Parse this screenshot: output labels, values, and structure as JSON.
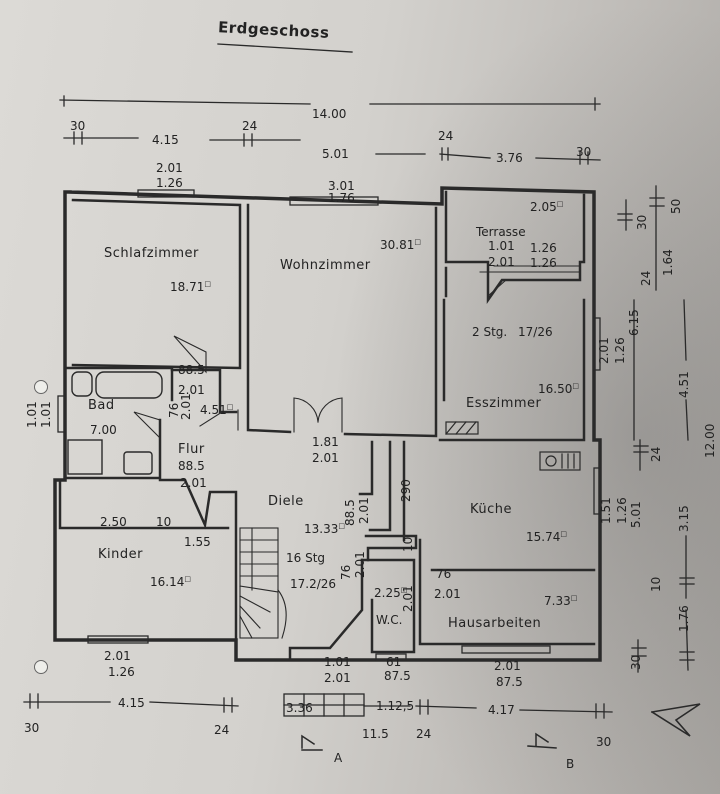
{
  "title": "Erdgeschoss",
  "top_dims": {
    "overall": "14.00",
    "wall_left": "30",
    "seg_1": "4.15",
    "wall_a": "24",
    "seg_2": "5.01",
    "wall_b": "24",
    "seg_3": "3.76",
    "wall_right": "30"
  },
  "rooms": {
    "schlafzimmer": {
      "name": "Schlafzimmer",
      "area": "18.71",
      "window_w": "2.01",
      "window_h": "1.26"
    },
    "wohnzimmer": {
      "name": "Wohnzimmer",
      "area": "30.81",
      "window_w": "3.01",
      "window_h": "1.76",
      "door_w": "1.81",
      "door_h": "2.01"
    },
    "terrasse": {
      "name": "Terrasse",
      "area": "2.05",
      "d1_w": "1.01",
      "d1_h": "2.01",
      "d2_w": "1.26",
      "d2_h": "1.26"
    },
    "esszimmer": {
      "name": "Esszimmer",
      "area": "16.50",
      "stair_note": "2 Stg.",
      "stair_ratio": "17/26",
      "window_w": "2.01",
      "window_h": "1.26"
    },
    "bad": {
      "name": "Bad",
      "area": "4.51",
      "height": "7.00",
      "door_w": "88.5",
      "door_h": "2.01",
      "side_w": "76",
      "side_h": "2.01",
      "window_w": "1.01",
      "window_h": "1.01"
    },
    "flur": {
      "name": "Flur",
      "door_w": "88.5",
      "door_h": "2.01"
    },
    "diele": {
      "name": "Diele",
      "area": "13.33",
      "door_w": "88.5",
      "door_h": "2.01",
      "side_val": "290",
      "stairs": "16 Stg",
      "stair_ratio": "17.2/26",
      "small_w": "76",
      "small_h": "2.01",
      "small_v": "10"
    },
    "kueche": {
      "name": "Küche",
      "area": "15.74",
      "window_w": "1.51",
      "window_h": "1.26"
    },
    "kinder": {
      "name": "Kinder",
      "area": "16.14",
      "dim_a": "2.50",
      "dim_b": "10",
      "dim_c": "1.55",
      "window_w": "2.01",
      "window_h": "1.26"
    },
    "wc": {
      "name": "W.C.",
      "area": "2.25",
      "door_h": "2.01"
    },
    "hausarbeiten": {
      "name": "Hausarbeiten",
      "area": "7.33",
      "door_w": "76",
      "door_h": "2.01",
      "window_w": "2.01",
      "window_h": "87.5"
    }
  },
  "bottom_dims": {
    "entry_w": "1.01",
    "entry_h": "2.01",
    "wc_win_w": "61",
    "wc_win_h": "87.5",
    "wall_left": "30",
    "seg_1": "4.15",
    "wall_a": "24",
    "seg_2": "3.36",
    "seg_3": "11.5",
    "seg_4": "1.12,5",
    "wall_b": "24",
    "seg_5": "4.17",
    "wall_right": "30"
  },
  "right_dims": {
    "top_wall": "30",
    "top_extra": "50",
    "seg_a": "1.64",
    "wall_a": "24",
    "overall_part": "6.15",
    "esszimmer_win_w": "2.01",
    "esszimmer_win_h": "1.26",
    "seg_b": "4.51",
    "wall_b": "24",
    "kueche_win_w": "1.51",
    "kueche_win_h": "1.26",
    "seg_c": "5.01",
    "seg_d": "3.15",
    "wall_c": "10",
    "seg_e": "1.76",
    "bottom_wall": "30",
    "overall": "12.00"
  },
  "sections": {
    "a": "A",
    "b": "B"
  },
  "colors": {
    "ink": "#2a2a2a",
    "paper": "#d8d6d2",
    "background": "#8f8c88"
  }
}
